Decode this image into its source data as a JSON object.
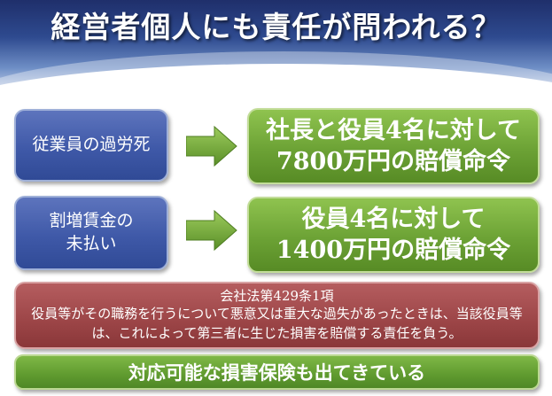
{
  "title": "経営者個人にも責任が問われる？",
  "cases": [
    {
      "cause": "従業員の過労死",
      "result": "社長と役員4名に対して\n7800万円の賠償命令"
    },
    {
      "cause": "割増賃金の\n未払い",
      "result": "役員4名に対して\n1400万円の賠償命令"
    }
  ],
  "law": {
    "title": "会社法第429条1項",
    "text": "役員等がその職務を行うについて悪意又は重大な過失があったときは、当該役員等は、これによって第三者に生じた損害を賠償する責任を負う。"
  },
  "conclusion": "対応可能な損害保険も出てきている",
  "colors": {
    "header": "#2e4a8f",
    "cause_box": "#3f59a8",
    "result_box": "#6ca235",
    "law_box": "#9c4547",
    "arrow": "#6fa83a"
  }
}
